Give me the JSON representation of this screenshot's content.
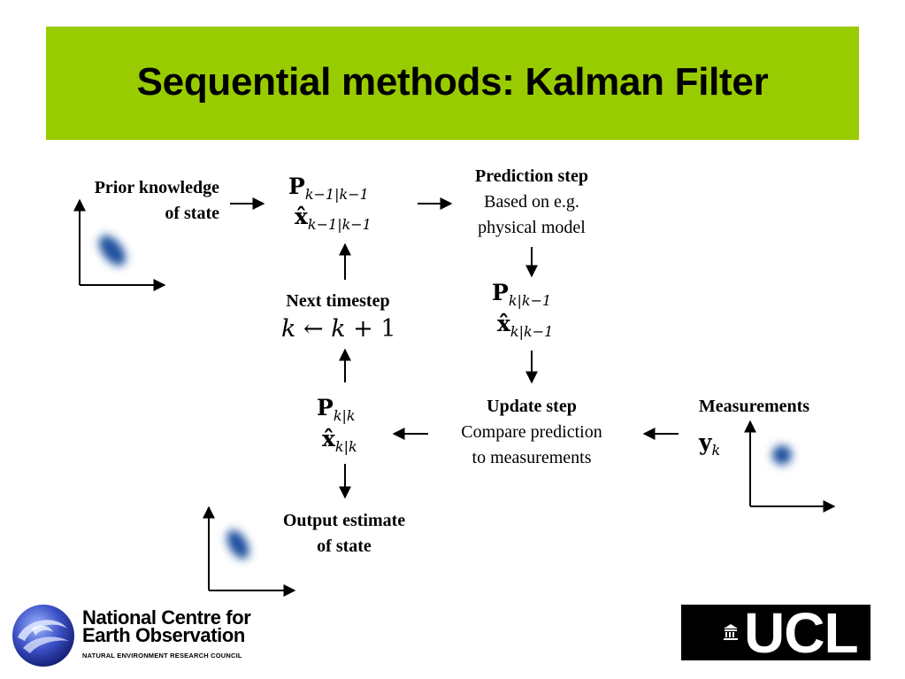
{
  "title": "Sequential methods: Kalman Filter",
  "prior": {
    "line1": "Prior knowledge",
    "line2": "of state"
  },
  "prev_state": {
    "cov_symbol": "P",
    "cov_sub": "k−1|k−1",
    "mean_symbol": "x̂",
    "mean_sub": "k−1|k−1"
  },
  "prediction": {
    "heading": "Prediction step",
    "line1": "Based on e.g.",
    "line2": "physical model"
  },
  "predicted_state": {
    "cov_symbol": "P",
    "cov_sub": "k|k−1",
    "mean_symbol": "x̂",
    "mean_sub": "k|k−1"
  },
  "next_timestep": {
    "heading": "Next timestep",
    "k1": "k",
    "arrow": "←",
    "k2": "k",
    "plus": "+ 1"
  },
  "update": {
    "heading": "Update step",
    "line1": "Compare prediction",
    "line2": "to measurements"
  },
  "measurements": {
    "heading": "Measurements",
    "symbol": "y",
    "sub": "k"
  },
  "updated_state": {
    "cov_symbol": "P",
    "cov_sub": "k|k",
    "mean_symbol": "x̂",
    "mean_sub": "k|k"
  },
  "output": {
    "line1": "Output estimate",
    "line2": "of state"
  },
  "logos": {
    "nceo_line1": "National Centre for",
    "nceo_line2": "Earth Observation",
    "nceo_line3": "NATURAL ENVIRONMENT RESEARCH COUNCIL",
    "ucl": "UCL"
  },
  "colors": {
    "banner": "#99cc00",
    "blob": "#1f4f9e",
    "ucl_bg": "#000000"
  }
}
